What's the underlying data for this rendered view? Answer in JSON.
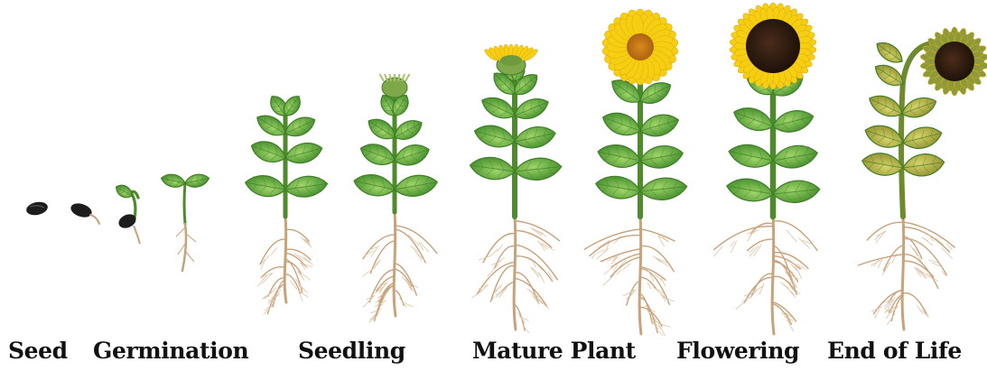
{
  "stages": [
    {
      "label": "Seed"
    },
    {
      "label": "Germination"
    },
    {
      "label": "Seedling"
    },
    {
      "label": "Mature Plant"
    },
    {
      "label": "Flowering"
    },
    {
      "label": "End of Life"
    }
  ],
  "colors": {
    "leaf": "#5aa43a",
    "leaf_dark": "#3f7d27",
    "leaf_light": "#8cc85a",
    "stem": "#4f8a2c",
    "root": "#c7a27a",
    "root_light": "#ddc4a6",
    "seed": "#1d1d1d",
    "petal": "#f6cf13",
    "petal_edge": "#e0a90c",
    "disk": "#2c1a10",
    "wilted_leaf": "#a9ad3a",
    "wilted_petal": "#8b9a3c"
  }
}
